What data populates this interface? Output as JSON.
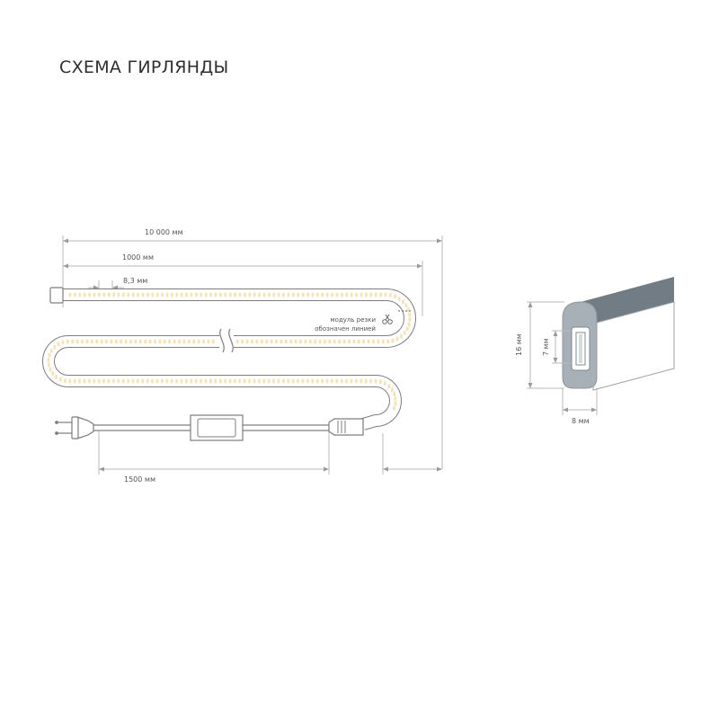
{
  "title": "СХЕМА ГИРЛЯНДЫ",
  "dimensions": {
    "total_length": "10 000 мм",
    "segment_length": "1000 мм",
    "led_pitch": "8,3 мм",
    "cable_length": "1500 мм",
    "cut_note_line1": "модуль резки",
    "cut_note_line2": "обозначен линией",
    "height": "16 мм",
    "channel_height": "7 мм",
    "width": "8 мм"
  },
  "colors": {
    "line": "#8a8a8a",
    "led": "#f6e3b3",
    "profile_top": "#727c84",
    "profile_face": "#a7b0b6"
  }
}
